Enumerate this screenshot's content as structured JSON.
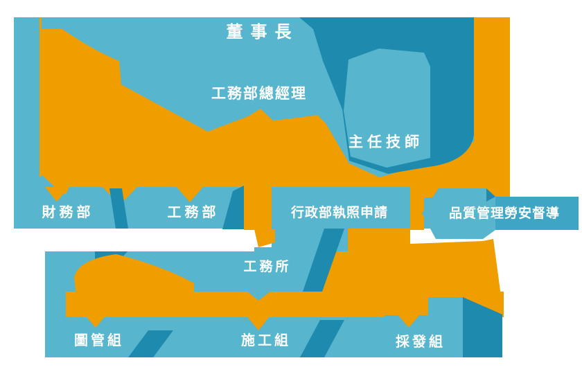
{
  "palette": {
    "background": "#ffffff",
    "light_blue": "#57b5ce",
    "dark_blue": "#1e8bae",
    "orange": "#f09d00",
    "mid_blue": "#3fa5c4",
    "label_text": "#ffffff"
  },
  "org_chart": {
    "nodes": {
      "chairman": {
        "label": "董事長"
      },
      "general_manager": {
        "label": "工務部總經理"
      },
      "chief_technician": {
        "label": "主任技師"
      },
      "finance_dept": {
        "label": "財務部"
      },
      "engineering_dept": {
        "label": "工務部"
      },
      "admin_license_dept": {
        "label": "行政部執照申請"
      },
      "quality_safety_dept": {
        "label": "品質管理勞安督導"
      },
      "site_office": {
        "label": "工務所"
      },
      "drawing_team": {
        "label": "圖管組"
      },
      "construction_team": {
        "label": "施工組"
      },
      "procurement_team": {
        "label": "採發組"
      }
    },
    "levels": [
      [
        "chairman"
      ],
      [
        "general_manager"
      ],
      [
        "chief_technician",
        "finance_dept",
        "engineering_dept",
        "admin_license_dept",
        "quality_safety_dept"
      ],
      [
        "site_office"
      ],
      [
        "drawing_team",
        "construction_team",
        "procurement_team"
      ]
    ]
  }
}
